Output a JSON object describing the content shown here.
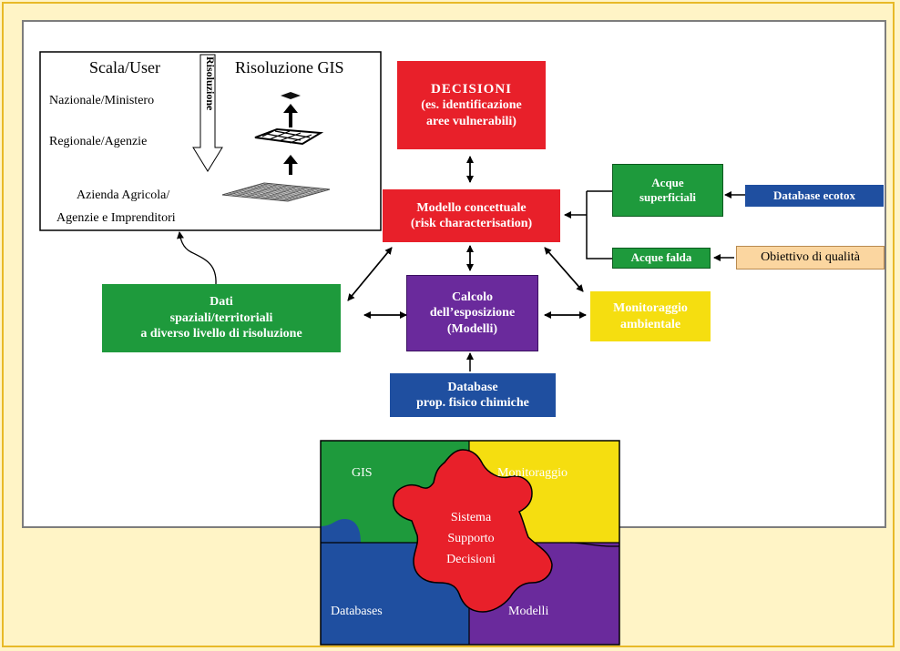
{
  "scale": {
    "header_scale": "Scala/User",
    "header_res": "Risoluzione GIS",
    "arrow_label": "Risoluzione",
    "level1": "Nazionale/Ministero",
    "level2": "Regionale/Agenzie",
    "level3_a": "Azienda Agricola/",
    "level3_b": "Agenzie e Imprenditori"
  },
  "boxes": {
    "decisioni": {
      "l1": "DECISIONI",
      "l2": "(es. identificazione",
      "l3": "aree vulnerabili)"
    },
    "modello": {
      "l1": "Modello concettuale",
      "l2": "(risk characterisation)"
    },
    "acque_sup": {
      "l1": "Acque",
      "l2": "superficiali"
    },
    "db_ecotox": "Database ecotox",
    "acque_falda": "Acque falda",
    "obiettivo": "Obiettivo di qualità",
    "dati": {
      "l1": "Dati",
      "l2": "spaziali/territoriali",
      "l3": "a diverso livello di risoluzione"
    },
    "calcolo": {
      "l1": "Calcolo",
      "l2": "dell’esposizione",
      "l3": "(Modelli)"
    },
    "monitoraggio": {
      "l1": "Monitoraggio",
      "l2": "ambientale"
    },
    "db_prop": {
      "l1": "Database",
      "l2": "prop. fisico chimiche"
    }
  },
  "puzzle": {
    "gis": "GIS",
    "monitoraggio": "Monitoraggio",
    "databases": "Databases",
    "modelli": "Modelli",
    "center_1": "Sistema",
    "center_2": "Supporto",
    "center_3": "Decisioni"
  },
  "colors": {
    "red": "#e8202a",
    "green": "#1e9a3c",
    "blue": "#1f4fa0",
    "purple": "#6a2a9c",
    "yellow": "#f5de10",
    "peach": "#fbd6a0",
    "frame": "#e8b928",
    "background": "#fff4c6"
  }
}
